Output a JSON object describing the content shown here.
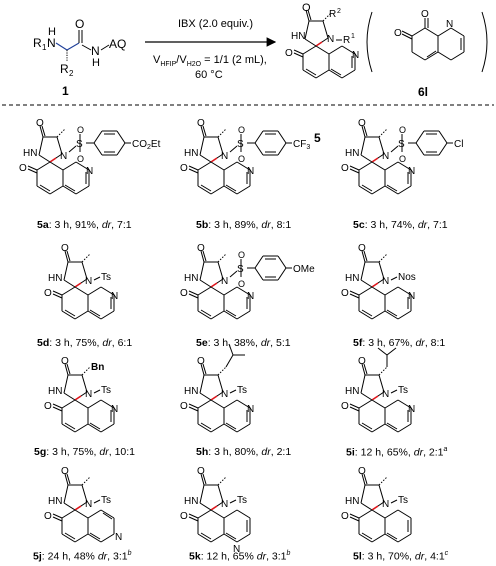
{
  "reaction": {
    "reagent": "IBX (2.0 equiv.)",
    "solvent_prefix": "V",
    "solvent_hfip": "HFIP",
    "solvent_mid": "/V",
    "solvent_h2o": "H2O",
    "solvent_suffix": " = 1/1 (2 mL),",
    "temperature": "60 °C",
    "reactant_label": "1",
    "product_label": "5",
    "byproduct_label": "6l",
    "substituent_r1": "R",
    "substituent_r2": "R",
    "sup_1": "1",
    "sup_2": "2",
    "aq": "AQ",
    "nh": "H",
    "n": "N",
    "o": "O"
  },
  "products": [
    {
      "id": "5a",
      "details": "3 h, 91%, ",
      "dr": "dr",
      "ratio": ", 7:1",
      "sup": "",
      "sulfonyl_sub": "CO2Et"
    },
    {
      "id": "5b",
      "details": "3 h, 89%, ",
      "dr": "dr",
      "ratio": ", 8:1",
      "sup": "",
      "sulfonyl_sub": "CF3"
    },
    {
      "id": "5c",
      "details": "3 h, 74%, ",
      "dr": "dr",
      "ratio": ", 7:1",
      "sup": "",
      "sulfonyl_sub": "Cl"
    },
    {
      "id": "5d",
      "details": "3 h, 75%, ",
      "dr": "dr",
      "ratio": ", 6:1",
      "sup": "",
      "group": "Ts"
    },
    {
      "id": "5e",
      "details": "3 h, 38%, ",
      "dr": "dr",
      "ratio": ", 5:1",
      "sup": "",
      "sulfonyl_sub": "OMe"
    },
    {
      "id": "5f",
      "details": "3 h, 67%, ",
      "dr": "dr",
      "ratio": ", 8:1",
      "sup": "",
      "group": "Nos"
    },
    {
      "id": "5g",
      "details": "3 h, 75%, ",
      "dr": "dr",
      "ratio": ", 10:1",
      "sup": "",
      "group": "Ts",
      "r2": "Bn"
    },
    {
      "id": "5h",
      "details": "3 h, 80%, ",
      "dr": "dr",
      "ratio": ", 2:1",
      "sup": "",
      "group": "Ts"
    },
    {
      "id": "5i",
      "details": "12 h, 65%, ",
      "dr": "dr",
      "ratio": ", 2:1",
      "sup": "a",
      "group": "Ts"
    },
    {
      "id": "5j",
      "details": "24 h, 48% ",
      "dr": "dr",
      "ratio": ", 3:1",
      "sup": "b",
      "group": "Ts"
    },
    {
      "id": "5k",
      "details": "12 h, 65% ",
      "dr": "dr",
      "ratio": ", 3:1",
      "sup": "b",
      "group": "Ts"
    },
    {
      "id": "5l",
      "details": "3 h, 70%, ",
      "dr": "dr",
      "ratio": ", 4:1",
      "sup": "c",
      "group": "Ts"
    }
  ],
  "atoms": {
    "HN": "HN",
    "N": "N",
    "O": "O",
    "S": "S",
    "Ts": "Ts",
    "Nos": "Nos",
    "Bn": "Bn",
    "OMe": "OMe",
    "Cl": "Cl",
    "CF": "CF",
    "three": "3",
    "CO2Et": "CO",
    "two": "2",
    "Et": "Et"
  },
  "colors": {
    "stereocenter_bond": "#e0161b",
    "reactant_atoms": "#1f3f99",
    "text": "#000000"
  }
}
